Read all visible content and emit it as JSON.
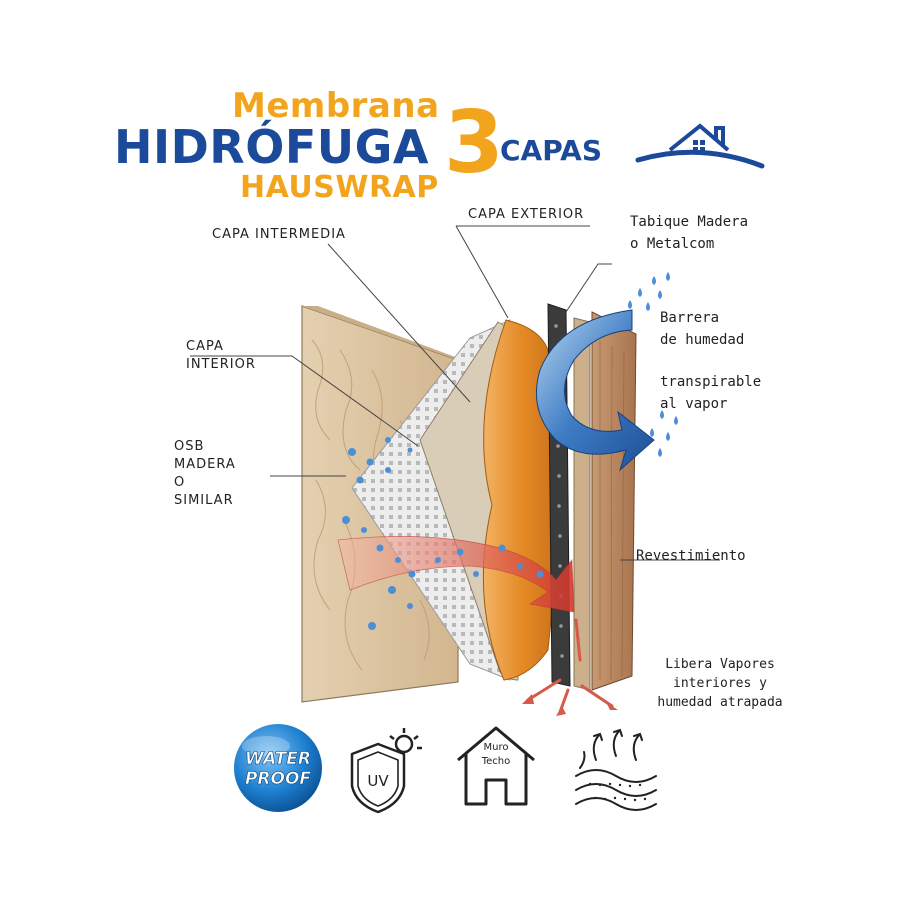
{
  "header": {
    "line1": "Membrana",
    "line2": "HIDRÓFUGA",
    "line3": "HAUSWRAP",
    "big_number": "3",
    "capas": "CAPAS"
  },
  "labels": {
    "capa_exterior": "CAPA EXTERIOR",
    "capa_intermedia": "CAPA INTERMEDIA",
    "capa_interior_1": "CAPA",
    "capa_interior_2": "INTERIOR",
    "osb_1": "OSB",
    "osb_2": "MADERA",
    "osb_3": "O",
    "osb_4": "SIMILAR",
    "tabique_1": "Tabique Madera",
    "tabique_2": "o Metalcom",
    "barrera_1": "Barrera",
    "barrera_2": "de humedad",
    "transp_1": "transpirable",
    "transp_2": "al vapor",
    "revestimiento": "Revestimiento",
    "libera_1": "Libera Vapores",
    "libera_2": "interiores y",
    "libera_3": "humedad atrapada"
  },
  "icons": {
    "waterproof_1": "WATER",
    "waterproof_2": "PROOF",
    "uv": "UV",
    "house_1": "Muro",
    "house_2": "Techo"
  },
  "colors": {
    "blue": "#1B4A9B",
    "orange": "#F2A51C",
    "wood": "#D9C1A0",
    "membrane_orange": "#E9962E"
  }
}
